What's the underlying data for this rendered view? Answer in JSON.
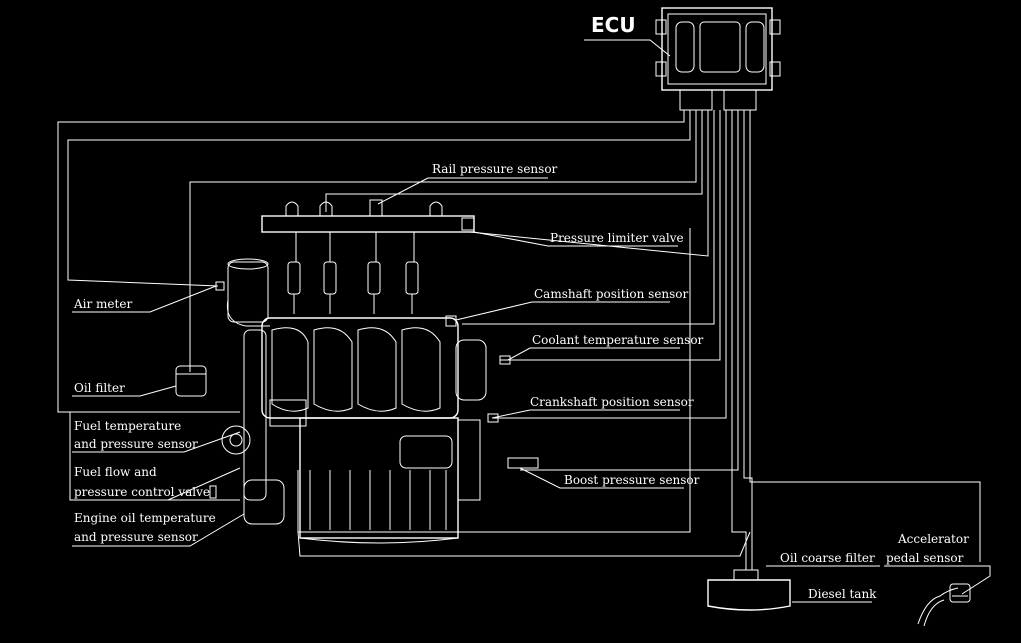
{
  "labels": {
    "ecu": "ECU",
    "rail_pressure_sensor": "Rail pressure sensor",
    "pressure_limiter_valve": "Pressure limiter valve",
    "camshaft_position_sensor": "Camshaft position sensor",
    "coolant_temperature_sensor": "Coolant temperature sensor",
    "crankshaft_position_sensor": "Crankshaft position sensor",
    "boost_pressure_sensor": "Boost pressure sensor",
    "air_meter": "Air meter",
    "oil_filter": "Oil filter",
    "fuel_temp_line1": "Fuel temperature",
    "fuel_temp_line2": "and pressure sensor",
    "fuel_flow_line1": "Fuel flow and",
    "fuel_flow_line2": "pressure control valve",
    "engine_oil_line1": "Engine oil temperature",
    "engine_oil_line2": "and pressure sensor",
    "oil_coarse_filter": "Oil coarse filter",
    "diesel_tank": "Diesel tank",
    "accelerator_line1": "Accelerator",
    "accelerator_line2": "pedal sensor"
  },
  "colors": {
    "background": "#000000",
    "line": "#ffffff"
  }
}
